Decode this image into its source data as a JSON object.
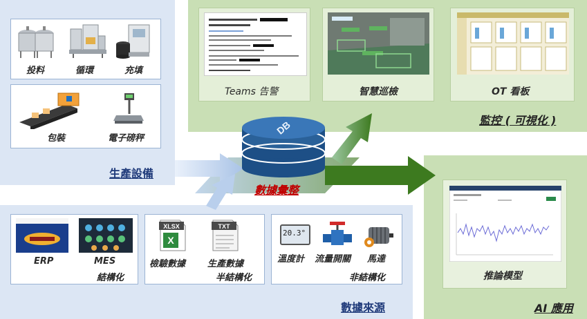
{
  "production_equipment": {
    "title": "生產設備",
    "items": [
      "投料",
      "循環",
      "充填",
      "包裝",
      "電子磅秤"
    ]
  },
  "data_sources": {
    "title": "數據來源",
    "structured": {
      "items": [
        "ERP",
        "MES"
      ],
      "category": "結構化"
    },
    "semi_structured": {
      "items": [
        "檢驗數據",
        "生產數據"
      ],
      "category": "半結構化",
      "file_icons": [
        "XLSX",
        "TXT"
      ]
    },
    "unstructured": {
      "items": [
        "溫度計",
        "流量開關",
        "馬達"
      ],
      "category": "非結構化",
      "thermometer_reading": "20.3°"
    }
  },
  "hub": {
    "db_label": "DB",
    "title": "數據彙整"
  },
  "monitoring": {
    "title": "監控 ( 可視化 )",
    "items": [
      "Teams 告警",
      "智慧巡檢",
      "OT 看板"
    ]
  },
  "ai": {
    "title": "AI 應用",
    "item": "推論模型"
  },
  "colors": {
    "blue_panel": "#dce6f4",
    "green_panel": "#c9dfb5",
    "arrow_green": "#3d7a1f",
    "db_blue": "#2e5e95",
    "hub_red": "#c00000"
  }
}
